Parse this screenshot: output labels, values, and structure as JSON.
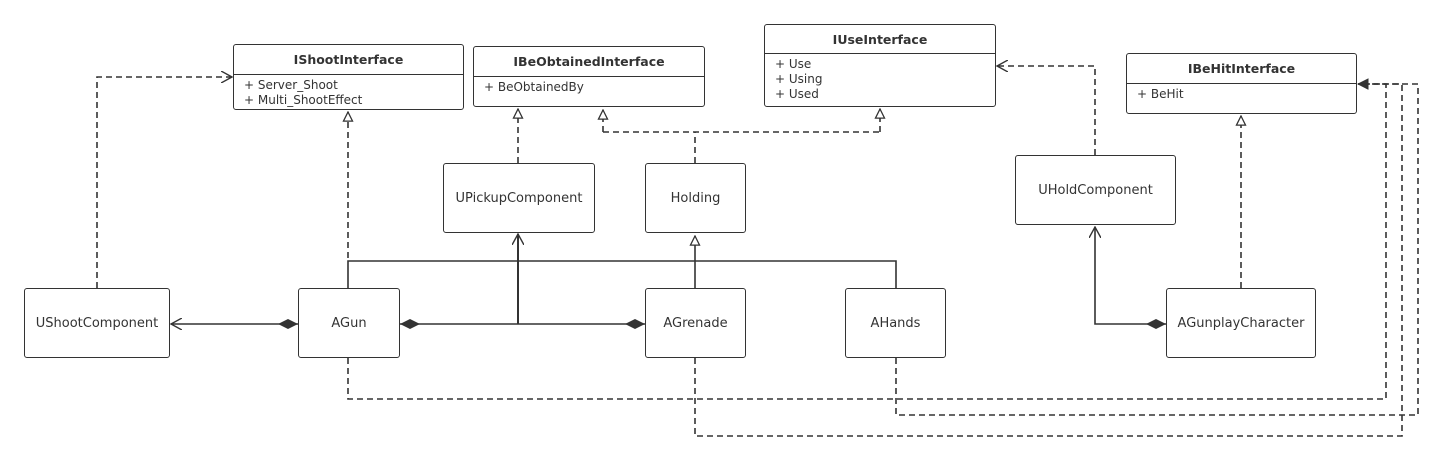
{
  "interfaces": {
    "shoot": {
      "name": "IShootInterface",
      "members": [
        "+ Server_Shoot",
        "+ Multi_ShootEffect"
      ]
    },
    "obtained": {
      "name": "IBeObtainedInterface",
      "members": [
        "+ BeObtainedBy"
      ]
    },
    "use": {
      "name": "IUseInterface",
      "members": [
        "+ Use",
        "+ Using",
        "+ Used"
      ]
    },
    "behit": {
      "name": "IBeHitInterface",
      "members": [
        "+ BeHit"
      ]
    }
  },
  "classes": {
    "pickup": "UPickupComponent",
    "holding": "Holding",
    "hold": "UHoldComponent",
    "shootcomp": "UShootComponent",
    "agun": "AGun",
    "agrenade": "AGrenade",
    "ahands": "AHands",
    "character": "AGunplayCharacter"
  },
  "relations": [
    {
      "type": "realization",
      "from": "UShootComponent",
      "to": "IShootInterface"
    },
    {
      "type": "realization",
      "from": "AGun",
      "to": "IShootInterface"
    },
    {
      "type": "realization",
      "from": "UPickupComponent",
      "to": "IBeObtainedInterface"
    },
    {
      "type": "realization",
      "from": "Holding",
      "to": "IBeObtainedInterface"
    },
    {
      "type": "realization",
      "from": "Holding",
      "to": "IUseInterface"
    },
    {
      "type": "realization",
      "from": "UHoldComponent",
      "to": "IUseInterface"
    },
    {
      "type": "realization",
      "from": "AGunplayCharacter",
      "to": "IBeHitInterface"
    },
    {
      "type": "dependency",
      "from": "AGun",
      "to": "IBeHitInterface"
    },
    {
      "type": "dependency",
      "from": "AHands",
      "to": "IBeHitInterface"
    },
    {
      "type": "dependency",
      "from": "AGrenade",
      "to": "IBeHitInterface"
    },
    {
      "type": "inheritance",
      "from": "AGun",
      "to": "Holding"
    },
    {
      "type": "inheritance",
      "from": "AGrenade",
      "to": "Holding"
    },
    {
      "type": "inheritance",
      "from": "AHands",
      "to": "Holding"
    },
    {
      "type": "composition",
      "whole": "AGun",
      "part": "UShootComponent"
    },
    {
      "type": "composition",
      "whole": "AGun",
      "part": "UPickupComponent"
    },
    {
      "type": "composition",
      "whole": "AGrenade",
      "part": "UPickupComponent"
    },
    {
      "type": "composition",
      "whole": "AGunplayCharacter",
      "part": "UHoldComponent"
    }
  ]
}
